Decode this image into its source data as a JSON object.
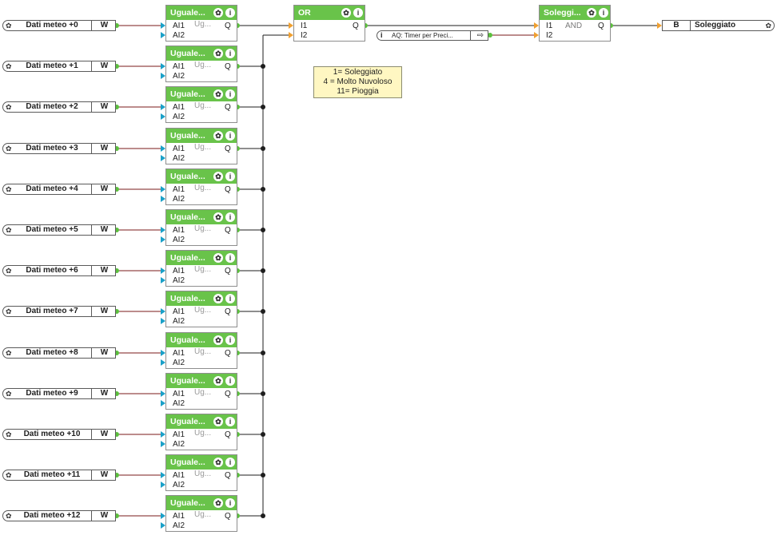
{
  "inputs": [
    {
      "label": "Dati meteo +0",
      "type": "W"
    },
    {
      "label": "Dati meteo +1",
      "type": "W"
    },
    {
      "label": "Dati meteo +2",
      "type": "W"
    },
    {
      "label": "Dati meteo +3",
      "type": "W"
    },
    {
      "label": "Dati meteo +4",
      "type": "W"
    },
    {
      "label": "Dati meteo +5",
      "type": "W"
    },
    {
      "label": "Dati meteo +6",
      "type": "W"
    },
    {
      "label": "Dati meteo +7",
      "type": "W"
    },
    {
      "label": "Dati meteo +8",
      "type": "W"
    },
    {
      "label": "Dati meteo +9",
      "type": "W"
    },
    {
      "label": "Dati meteo +10",
      "type": "W"
    },
    {
      "label": "Dati meteo +11",
      "type": "W"
    },
    {
      "label": "Dati meteo +12",
      "type": "W"
    }
  ],
  "equal_block": {
    "title": "Uguale...",
    "function_label": "Ug...",
    "in1": "AI1",
    "in2": "AI2",
    "out": "Q"
  },
  "or_block": {
    "title": "OR",
    "in1": "I1",
    "in2": "I2",
    "out": "Q"
  },
  "and_block": {
    "title": "Soleggi...",
    "function_label": "AND",
    "in1": "I1",
    "in2": "I2",
    "out": "Q"
  },
  "aq_reference": {
    "label": "AQ: Timer per Preci..."
  },
  "output": {
    "type": "B",
    "label": "Soleggiato"
  },
  "comment": {
    "lines": [
      "1= Soleggiato",
      "4 = Molto Nuvoloso",
      "11= Pioggia"
    ]
  },
  "icons": {
    "settings": "gear-icon",
    "info": "info-icon",
    "exit": "exit-icon"
  },
  "colors": {
    "block_header": "#69c34a",
    "wire_analog": "#7a1a1a",
    "wire_digital": "#1e1e1e",
    "pin_digital": "#f0a030",
    "pin_analog": "#1aa0c8",
    "pin_output": "#5bbf3d",
    "comment_bg": "#fff7c2"
  }
}
